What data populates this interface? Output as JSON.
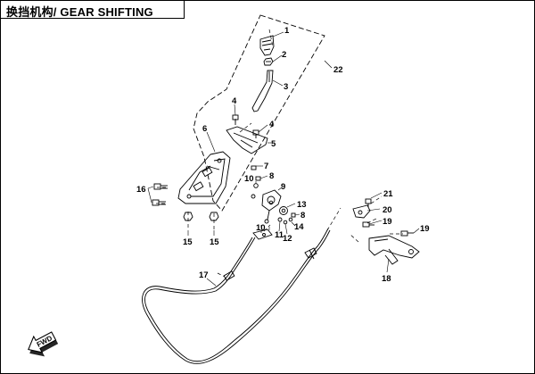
{
  "title": "换挡机构/ GEAR SHIFTING",
  "callouts": {
    "c1": "1",
    "c2": "2",
    "c3": "3",
    "c4a": "4",
    "c4b": "4",
    "c5": "5",
    "c6": "6",
    "c7": "7",
    "c8a": "8",
    "c8b": "8",
    "c9": "9",
    "c10a": "10",
    "c10b": "10",
    "c11": "11",
    "c12": "12",
    "c13": "13",
    "c14": "14",
    "c15a": "15",
    "c15b": "15",
    "c16": "16",
    "c17": "17",
    "c18": "18",
    "c19a": "19",
    "c19b": "19",
    "c20": "20",
    "c21": "21",
    "c22": "22"
  },
  "fwd_label": "FWD"
}
